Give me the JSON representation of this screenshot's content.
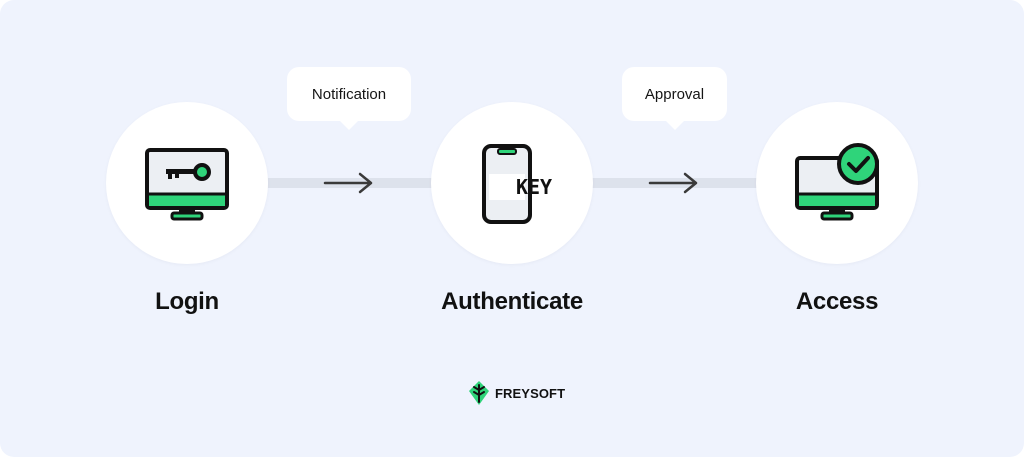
{
  "flow": {
    "steps": [
      {
        "label": "Login",
        "icon": "monitor-key-icon"
      },
      {
        "label": "Authenticate",
        "icon": "phone-key-icon"
      },
      {
        "label": "Access",
        "icon": "monitor-check-icon"
      }
    ],
    "transitions": [
      {
        "label": "Notification",
        "icon": "arrow-right-icon"
      },
      {
        "label": "Approval",
        "icon": "arrow-right-icon"
      }
    ],
    "phone_text": "KEY"
  },
  "brand": {
    "name": "FREYSOFT",
    "icon": "freysoft-logo-icon"
  },
  "colors": {
    "background": "#eff3fd",
    "accent_green": "#2fd47a",
    "outline": "#111111",
    "connector": "#dde2ec",
    "screen_grey": "#eceff3"
  }
}
